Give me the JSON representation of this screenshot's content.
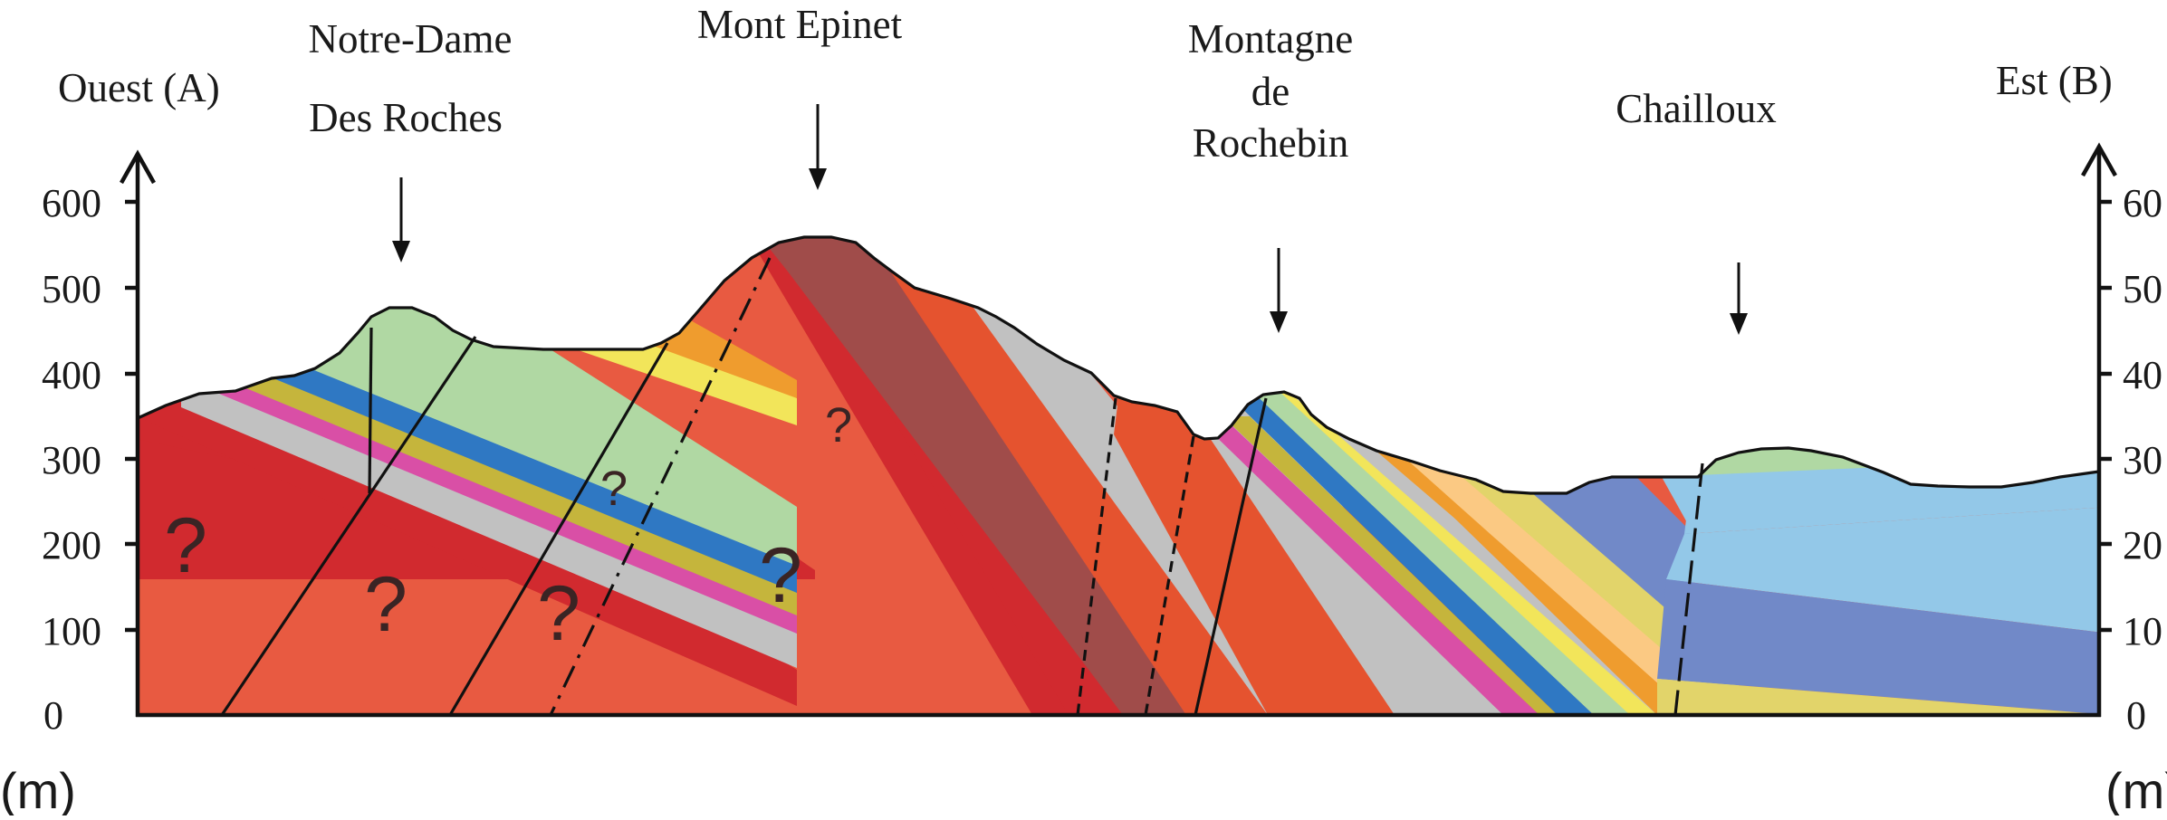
{
  "diagram": {
    "ends": {
      "west": "Ouest (A)",
      "east": "Est (B)"
    },
    "unit": "(m)",
    "y_ticks": [
      "0",
      "100",
      "200",
      "300",
      "400",
      "500",
      "600"
    ],
    "right_ticks": [
      "0",
      "10",
      "20",
      "30",
      "40",
      "50",
      "60"
    ],
    "places": {
      "notre_dame": [
        "Notre-Dame",
        "Des Roches"
      ],
      "mont_epinet": "Mont Epinet",
      "rochebin": [
        "Montagne",
        "de",
        "Rochebin"
      ],
      "chailloux": "Chailloux"
    },
    "unknown_mark": "?",
    "colors": {
      "basement": "#e85a41",
      "dark_red": "#d12a2f",
      "brown": "#a04c4a",
      "orange_red": "#e5532f",
      "grey": "#c1c1c1",
      "magenta": "#d94fa6",
      "olive": "#c5b53c",
      "blue": "#2f78c3",
      "light_green": "#b0d8a3",
      "yellow": "#f2e55a",
      "orange": "#ef9c2e",
      "peach": "#fbc983",
      "khaki": "#e2d46a",
      "purple_blue": "#7189c8",
      "sky": "#93c8e8"
    }
  }
}
